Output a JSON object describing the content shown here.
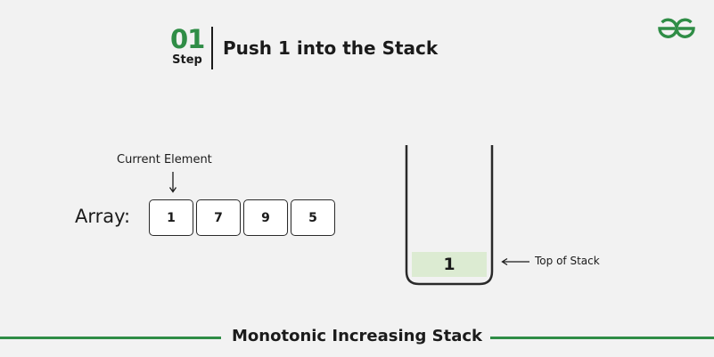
{
  "header": {
    "step_number": "01",
    "step_word": "Step",
    "title": "Push 1 into the Stack"
  },
  "logo": {
    "icon": "gfg-logo-icon",
    "color": "#2f8d46"
  },
  "array": {
    "label": "Array:",
    "pointer_label": "Current Element",
    "elements": [
      "1",
      "7",
      "9",
      "5"
    ],
    "current_index": 0
  },
  "stack": {
    "items": [
      "1"
    ],
    "top_label": "Top of Stack",
    "item_color": "#dcebd2"
  },
  "footer": {
    "title": "Monotonic Increasing Stack"
  },
  "colors": {
    "accent": "#2f8d46",
    "background": "#f2f2f2",
    "text": "#1b1b1b"
  }
}
